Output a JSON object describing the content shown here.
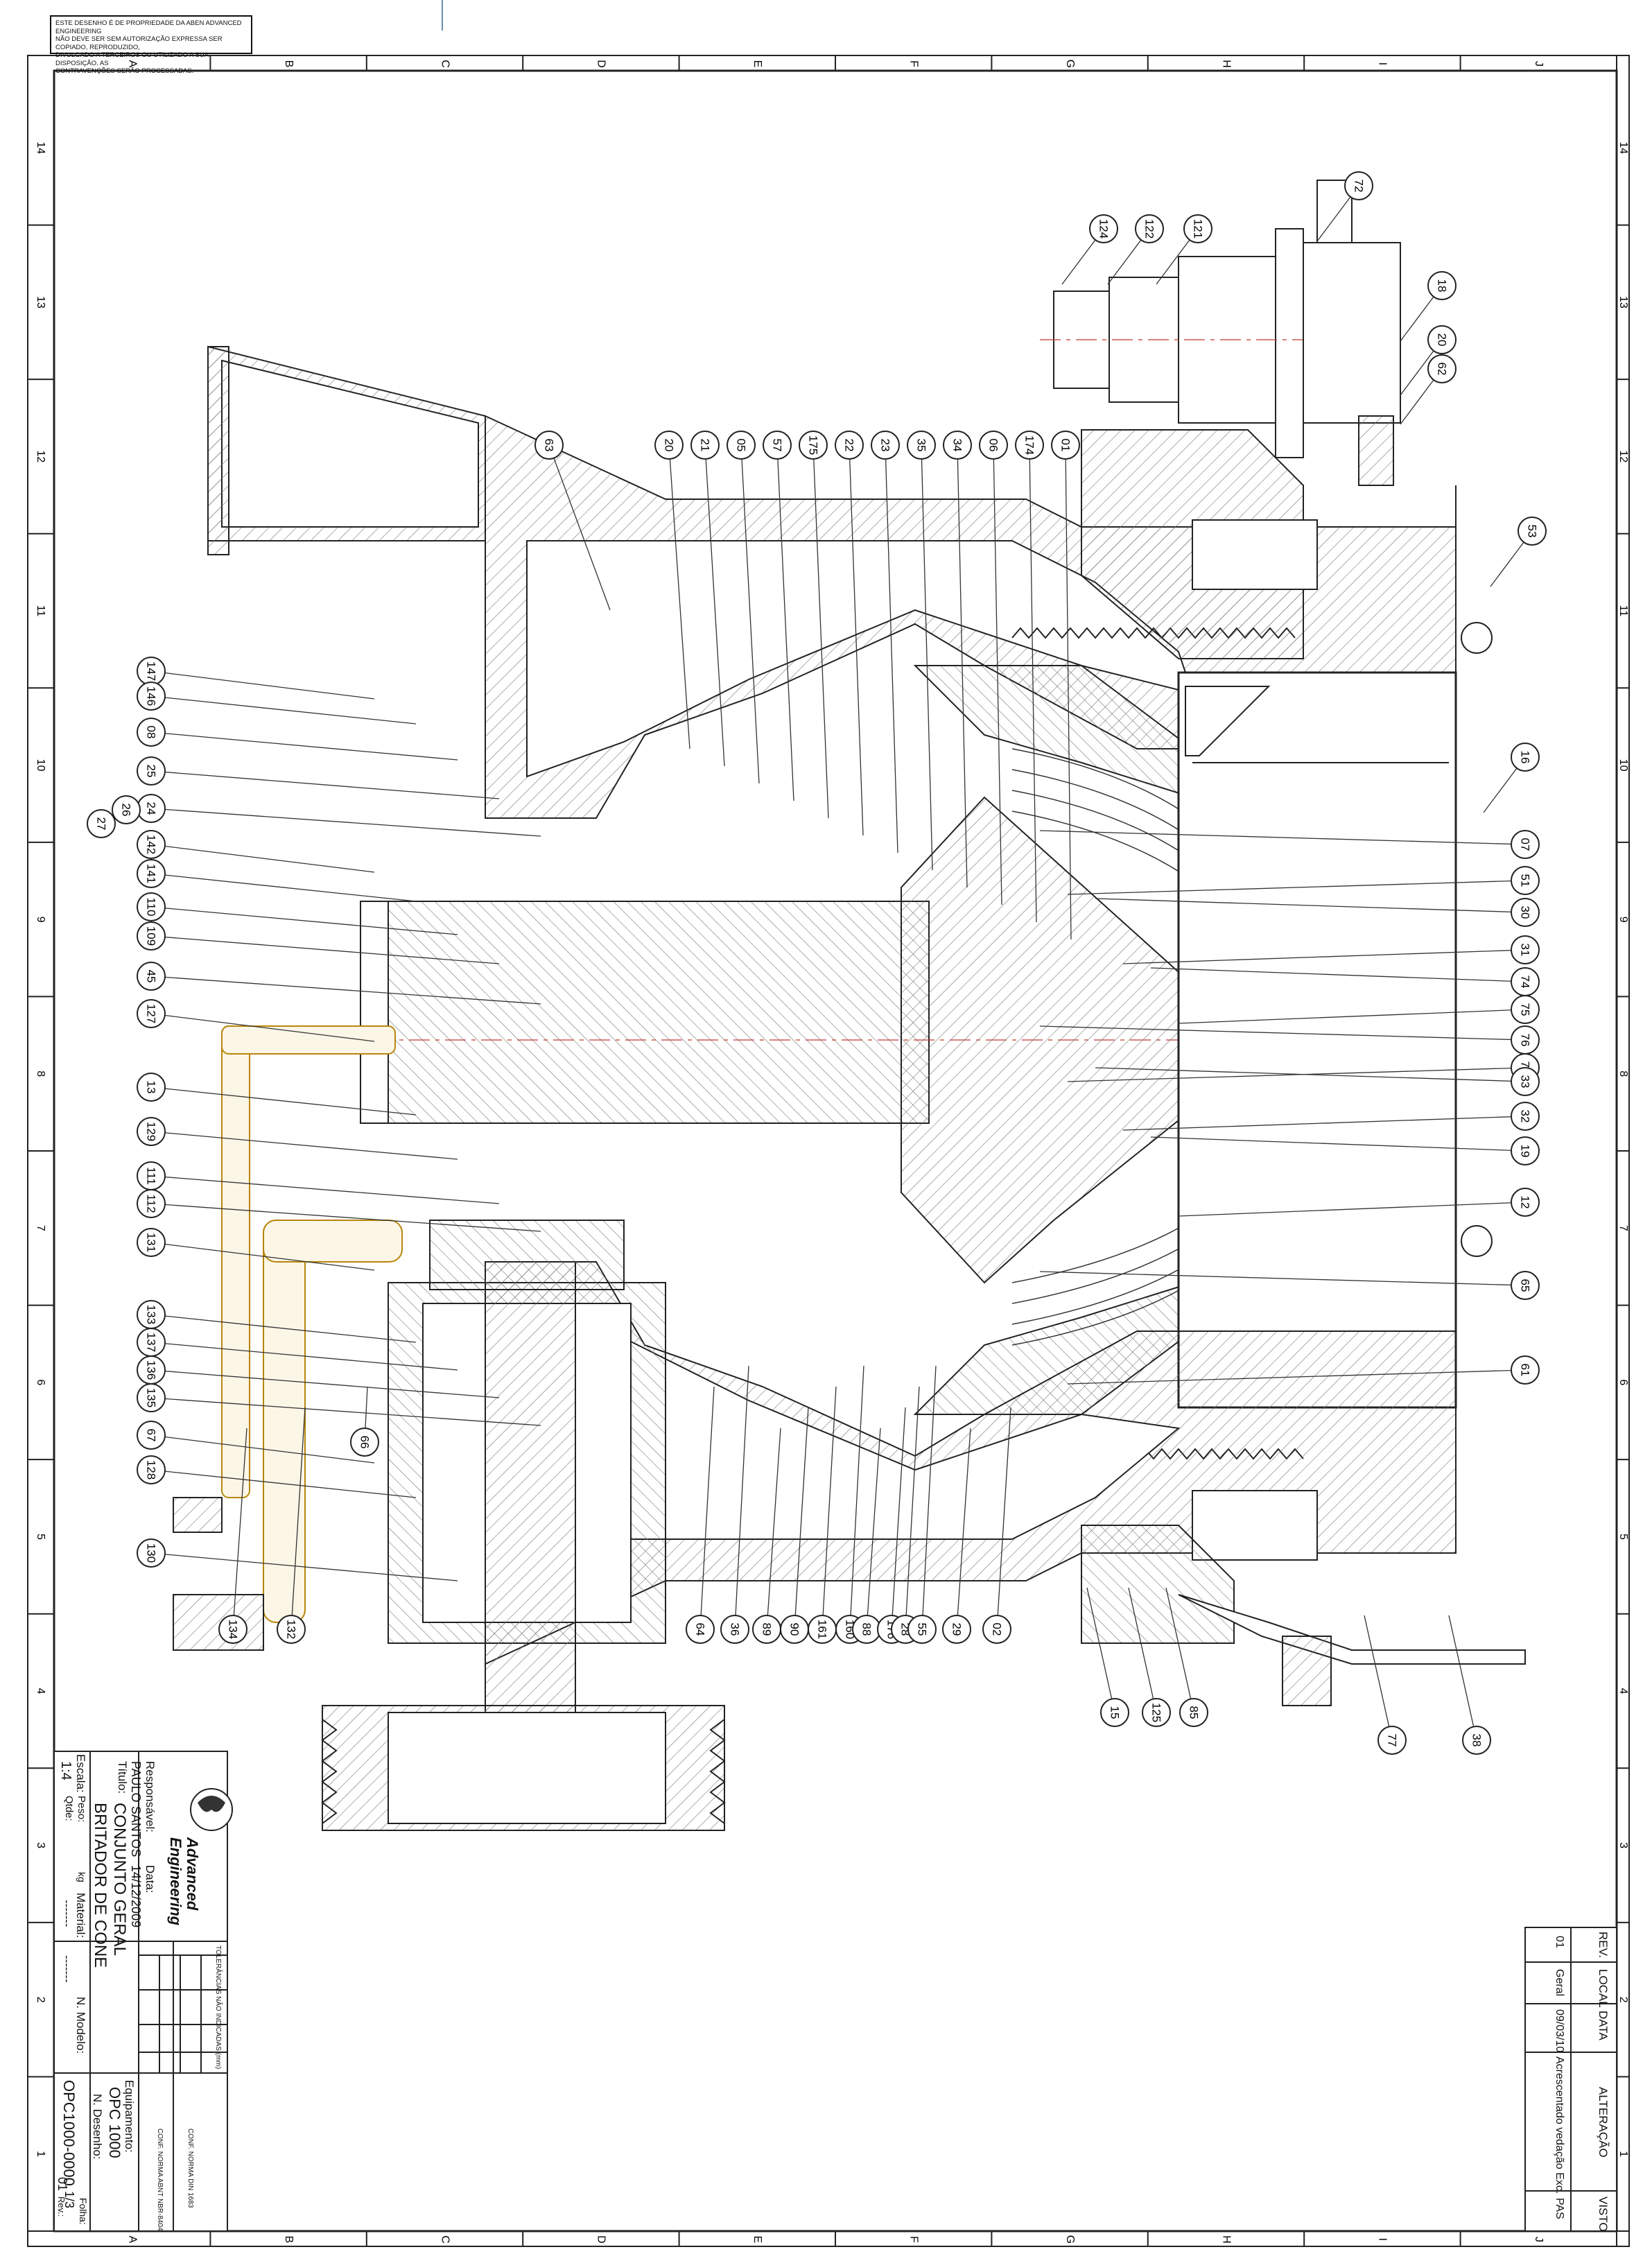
{
  "notice": {
    "lines": [
      "ESTE DESENHO É DE PROPRIEDADE DA ABEN ADVANCED ENGINEERING",
      "NÃO DEVE SER SEM AUTORIZAÇÃO EXPRESSA SER COPIADO, REPRODUZIDO,",
      "DIVULGADO A TERCEIROS OU UTILIZADO A SUA DISPOSIÇÃO. AS",
      "CONTRAVENÇÕES SERÃO PROCESSADAS."
    ]
  },
  "grid": {
    "columns": [
      "A",
      "B",
      "C",
      "D",
      "E",
      "F",
      "G",
      "H",
      "I",
      "J"
    ],
    "rows": [
      "14",
      "13",
      "12",
      "11",
      "10",
      "9",
      "8",
      "7",
      "6",
      "5",
      "4",
      "3",
      "2",
      "1"
    ]
  },
  "balloons": {
    "top_row": [
      "20",
      "21",
      "05",
      "57",
      "175",
      "22",
      "23",
      "35",
      "34",
      "06",
      "174",
      "01"
    ],
    "left_column": [
      "147",
      "146",
      "08",
      "25",
      "24",
      "142",
      "141",
      "110",
      "109",
      "45",
      "127",
      "13",
      "129",
      "111",
      "112",
      "131",
      "133",
      "137",
      "136",
      "135",
      "67",
      "128",
      "130"
    ],
    "left_extra": [
      "26",
      "27",
      "66",
      "63"
    ],
    "bottom_row": [
      "134",
      "132",
      "64",
      "36",
      "89",
      "90",
      "161",
      "160",
      "88",
      "176",
      "28",
      "55",
      "29",
      "02"
    ],
    "right_column": [
      "07",
      "51",
      "30",
      "31",
      "74",
      "75",
      "76",
      "77",
      "33",
      "32",
      "19",
      "12",
      "65",
      "61"
    ],
    "right_top": [
      "124",
      "122",
      "121",
      "72",
      "18",
      "20",
      "62",
      "53",
      "16"
    ],
    "right_bottom": [
      "15",
      "125",
      "85",
      "77",
      "38"
    ]
  },
  "title_block": {
    "company_line1": "Advanced",
    "company_line2": "Engineering",
    "responsavel_label": "Responsável:",
    "responsavel": "PAULO SANTOS",
    "data_label": "Data:",
    "data": "14/12/2009",
    "titulo_label": "Título:",
    "titulo_line1": "CONJUNTO GERAL",
    "titulo_line2": "BRITADOR DE CONE",
    "escala_label": "Escala:",
    "escala": "1:4",
    "peso_label": "Peso:",
    "peso_unit": "kg",
    "qtde_label": "Qtde:",
    "material_label": "Material:",
    "material": "-------",
    "modelo_label": "N. Modelo:",
    "modelo": "-------",
    "tolerancias_title": "TOLERÂNCIAS NÃO INDICADAS (mm)",
    "equipamento_label": "Equipamento:",
    "equipamento": "OPC 1000",
    "desenho_label": "N. Desenho:",
    "desenho": "OPC1000-0000",
    "folha_label": "Folha:",
    "folha": "1/3",
    "rev_label": "Rev.:",
    "rev": "01",
    "conf_norma_1": "CONF. NORMA ABNT NBR-8404",
    "conf_norma_2": "CONF. NORMA DIN 1683"
  },
  "revision_table": {
    "headers": [
      "REV.",
      "LOCAL",
      "DATA",
      "ALTERAÇÃO",
      "VISTO"
    ],
    "rows": [
      [
        "01",
        "Geral",
        "09/03/10",
        "Acrescentado vedação Exc.",
        "PAS"
      ]
    ]
  }
}
